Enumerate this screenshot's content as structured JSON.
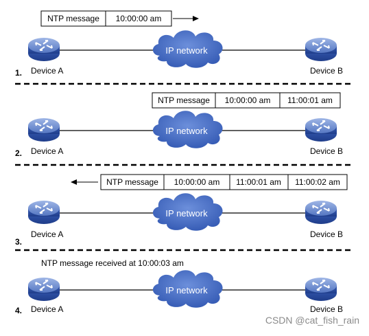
{
  "steps": [
    {
      "number": "1.",
      "device_a": "Device A",
      "device_b": "Device B",
      "network": "IP network",
      "packet": [
        "NTP message",
        "10:00:00 am"
      ],
      "arrow": "right"
    },
    {
      "number": "2.",
      "device_a": "Device A",
      "device_b": "Device B",
      "network": "IP network",
      "packet": [
        "NTP message",
        "10:00:00 am",
        "11:00:01 am"
      ],
      "arrow": "none"
    },
    {
      "number": "3.",
      "device_a": "Device A",
      "device_b": "Device B",
      "network": "IP network",
      "packet": [
        "NTP message",
        "10:00:00 am",
        "11:00:01 am",
        "11:00:02 am"
      ],
      "arrow": "left"
    },
    {
      "number": "4.",
      "device_a": "Device A",
      "device_b": "Device B",
      "network": "IP network",
      "note": "NTP message received at 10:00:03 am"
    }
  ],
  "watermark": "CSDN @cat_fish_rain",
  "colors": {
    "router_top": "#6f8fd0",
    "router_side": "#2f52a8",
    "cloud": "#3f6ac8",
    "line": "#000000",
    "box_border": "#000000"
  }
}
